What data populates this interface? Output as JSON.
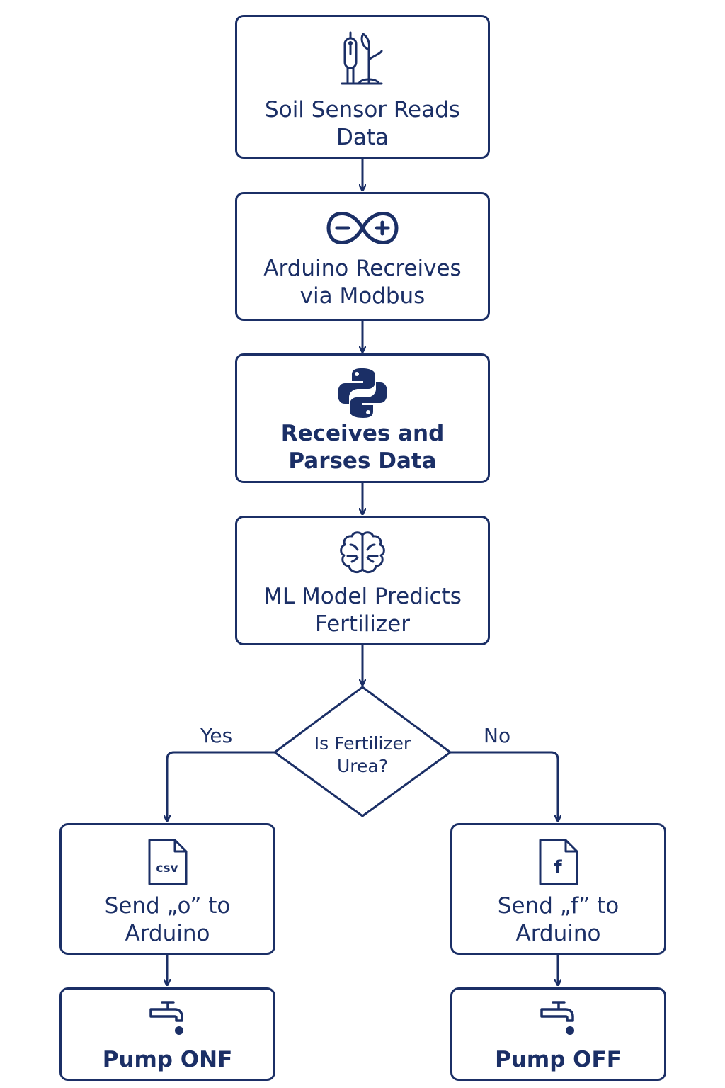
{
  "colors": {
    "primary": "#1b2f66",
    "background": "#ffffff"
  },
  "nodes": [
    {
      "icon": "soil-sensor-icon",
      "lines": [
        "Soil Sensor Reads",
        "Data"
      ]
    },
    {
      "icon": "arduino-icon",
      "lines": [
        "Arduino Recreives",
        "via Modbus"
      ]
    },
    {
      "icon": "python-icon",
      "lines": [
        "Receives and",
        "Parses Data"
      ]
    },
    {
      "icon": "brain-icon",
      "lines": [
        "ML Model Predicts",
        "Fertilizer"
      ]
    }
  ],
  "decision": {
    "lines": [
      "Is Fertilizer",
      "Urea?"
    ],
    "yes_label": "Yes",
    "no_label": "No"
  },
  "yes_branch": {
    "send": {
      "icon": "csv-file-icon",
      "icon_text": "csv",
      "lines": [
        "Send „o” to",
        "Arduino"
      ]
    },
    "pump": {
      "icon": "faucet-icon",
      "label": "Pump ONF"
    }
  },
  "no_branch": {
    "send": {
      "icon": "f-file-icon",
      "icon_text": "f",
      "lines": [
        "Send „f” to",
        "Arduino"
      ]
    },
    "pump": {
      "icon": "faucet-icon",
      "label": "Pump OFF"
    }
  }
}
